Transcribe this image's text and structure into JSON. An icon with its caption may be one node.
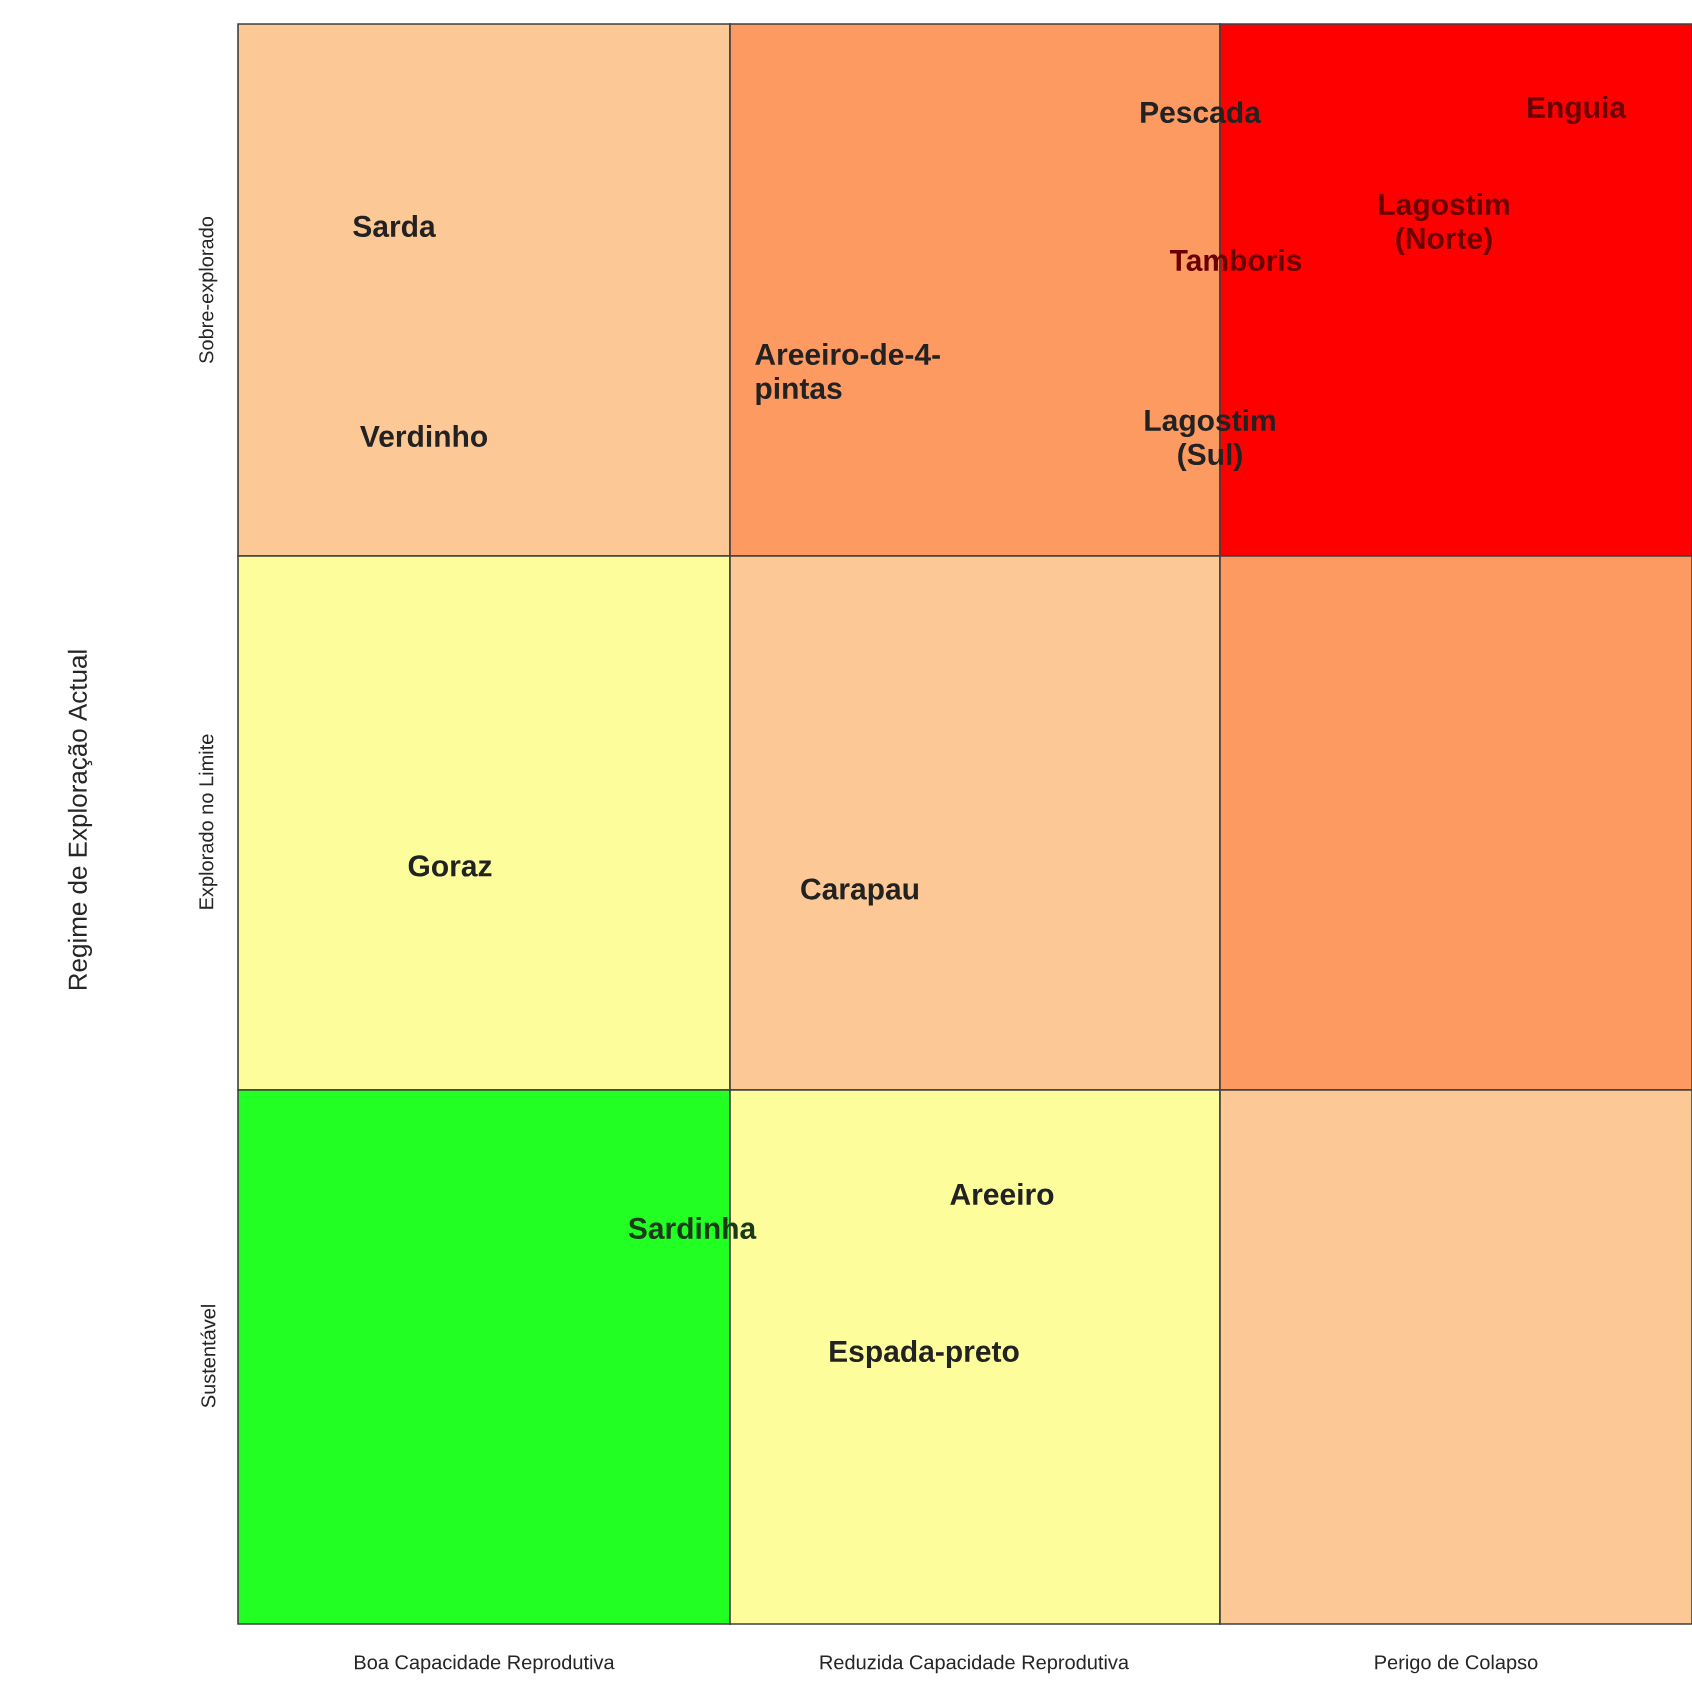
{
  "diagram": {
    "nodes": [
      {
        "text": [
          "Sarda",
          "Verdinho"
        ]
      },
      {
        "text": [
          "Pescada",
          "Areeiro-de-4-pintas",
          "Lagostim (Sul)"
        ]
      },
      {
        "text": [
          "Enguia",
          "Lagostim (Norte)",
          "Tamboris"
        ]
      },
      {
        "text": [
          "Goraz"
        ]
      },
      {
        "text": [
          "Carapau"
        ]
      },
      {
        "text": [],
        "shape": "box"
      },
      {
        "text": [
          "Sardinha"
        ]
      },
      {
        "text": [
          "Areeiro",
          "Espada-preto"
        ]
      },
      {
        "text": [],
        "shape": "box"
      }
    ],
    "labels": [
      "Sobre-explorado",
      "Explorado no Limite",
      "Sustentável",
      "Regime de Exploração Actual",
      "Boa Capacidade Reprodutiva",
      "Reduzida Capacidade Reprodutiva",
      "Perigo de Colapso"
    ]
  }
}
